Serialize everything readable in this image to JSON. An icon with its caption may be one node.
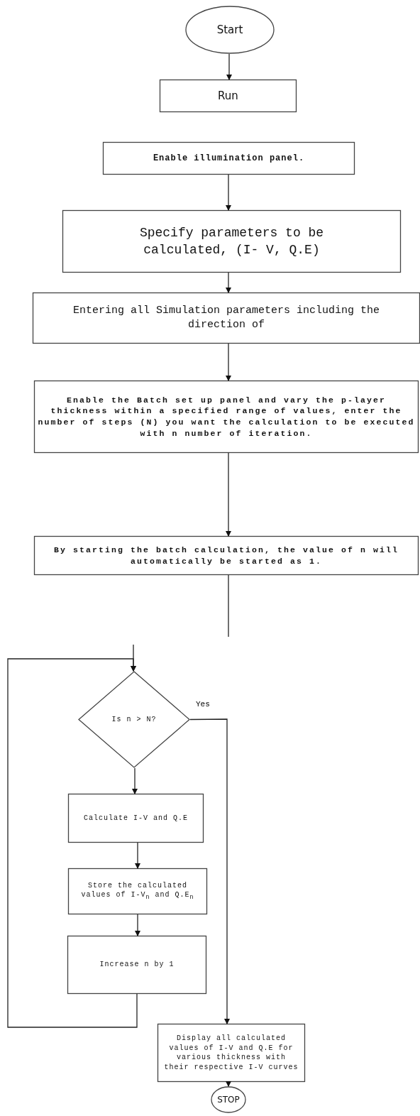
{
  "diagram": {
    "nodes": [
      {
        "text": [
          "Start"
        ]
      },
      {
        "text": [
          "Run"
        ]
      },
      {
        "text": [
          "Enable  illumination panel."
        ]
      },
      {
        "text": [
          "Specify parameters to be calculated,  (I- V, Q.E)"
        ]
      },
      {
        "text": [
          "Entering all Simulation parameters including the direction of"
        ]
      },
      {
        "text": [
          "Enable the Batch set up panel and vary the p-layer thickness within a specified range of values, enter the number of steps (N) you want the calculation to be executed with n number of iteration."
        ]
      },
      {
        "text": [
          "By starting the batch calculation, the value of n will automatically be started as 1."
        ]
      },
      {
        "text": [
          "Is n > N?"
        ]
      },
      {
        "text": [
          "Calculate I-V and Q.E"
        ]
      },
      {
        "text": [
          "Store the calculated values of I-V$_{n}$ and Q.E$_{n}$"
        ]
      },
      {
        "text": [
          "Increase n by 1"
        ]
      },
      {
        "text": [
          "Display all calculated values of I-V and Q.E for various thickness with their respective I-V curves"
        ]
      },
      {
        "text": [
          "STOP"
        ]
      }
    ],
    "edges": [
      {
        "from": 0,
        "to": 1,
        "arrow": "to"
      },
      {
        "from": 2,
        "to": 3,
        "arrow": "to"
      },
      {
        "from": 3,
        "to": 4,
        "arrow": "to"
      },
      {
        "from": 4,
        "to": 5,
        "arrow": "to"
      },
      {
        "from": 5,
        "to": 6,
        "arrow": "to"
      },
      {
        "from": 6,
        "to": null,
        "arrow": "none"
      },
      {
        "from": null,
        "to": 7,
        "arrow": "to"
      },
      {
        "from": 7,
        "to": 8,
        "arrow": "to"
      },
      {
        "from": 8,
        "to": 9,
        "arrow": "to"
      },
      {
        "from": 9,
        "to": 10,
        "arrow": "to"
      },
      {
        "from": 10,
        "to": 7,
        "arrow": "to"
      },
      {
        "from": 7,
        "to": 11,
        "arrow": "to",
        "label": "Yes"
      },
      {
        "from": 11,
        "to": 12,
        "arrow": "to"
      }
    ]
  }
}
